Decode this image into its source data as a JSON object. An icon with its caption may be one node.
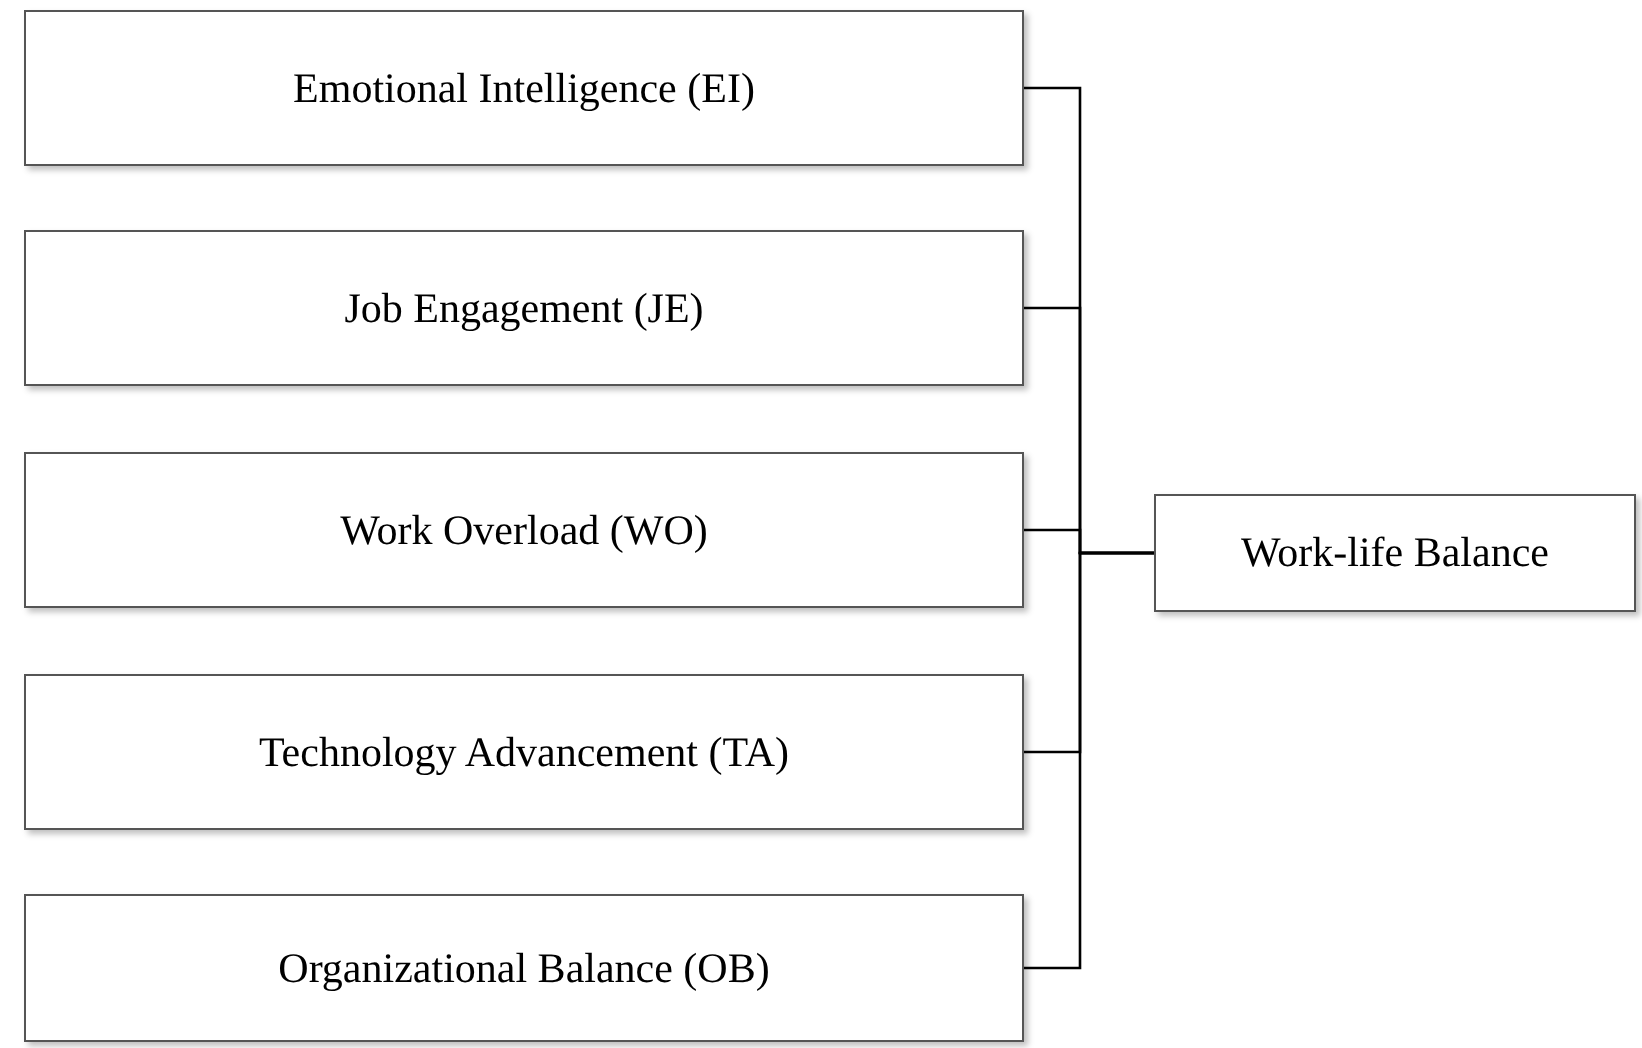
{
  "diagram": {
    "nodes": [
      {
        "text": [
          "Emotional Intelligence (EI)"
        ]
      },
      {
        "text": [
          "Job Engagement (JE)"
        ]
      },
      {
        "text": [
          "Work Overload (WO)"
        ]
      },
      {
        "text": [
          "Technology Advancement (TA)"
        ]
      },
      {
        "text": [
          "Organizational Balance (OB)"
        ]
      },
      {
        "text": [
          "Work-life Balance"
        ]
      }
    ],
    "edges": [
      {
        "from": 0,
        "to": 5,
        "arrow": "none"
      },
      {
        "from": 1,
        "to": 5,
        "arrow": "none"
      },
      {
        "from": 2,
        "to": 5,
        "arrow": "none"
      },
      {
        "from": 3,
        "to": 5,
        "arrow": "none"
      },
      {
        "from": 4,
        "to": 5,
        "arrow": "none"
      }
    ]
  }
}
